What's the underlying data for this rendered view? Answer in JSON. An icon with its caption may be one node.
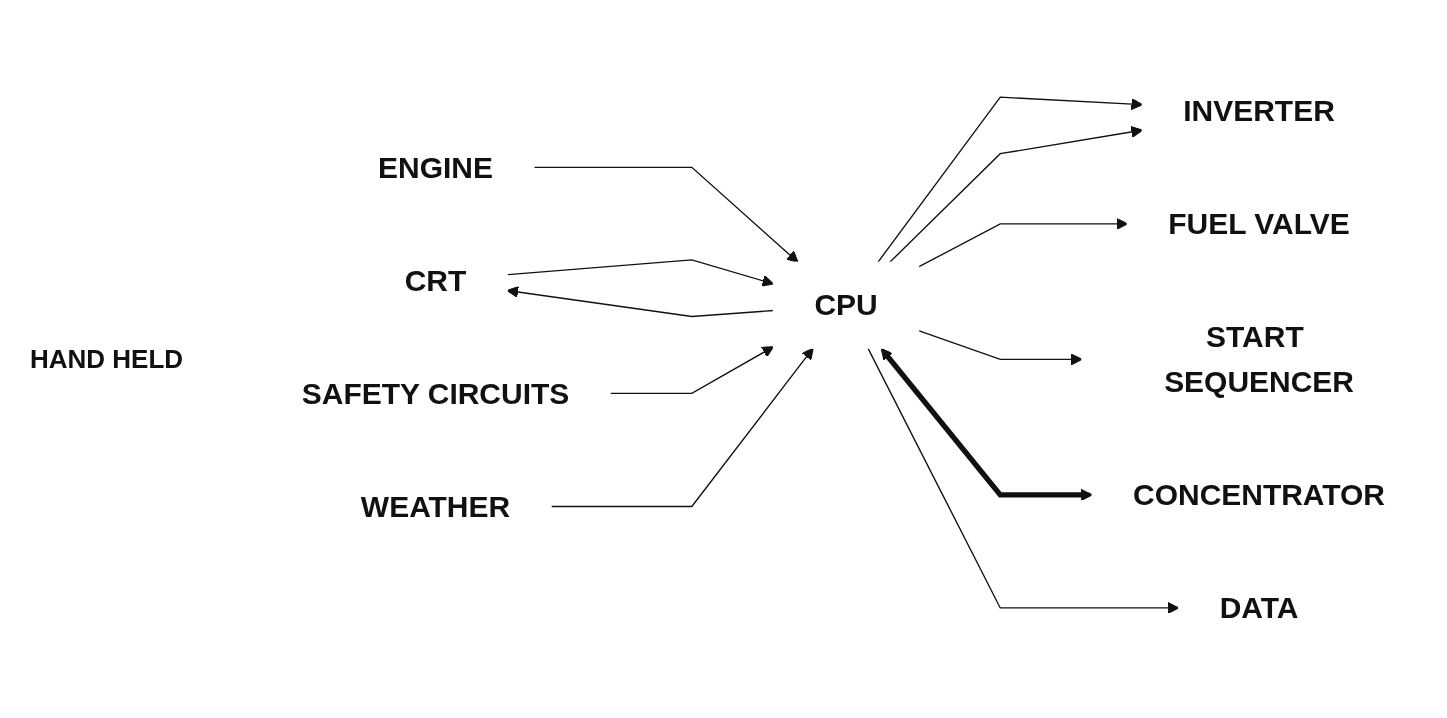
{
  "diagram": {
    "nodes": [
      {
        "text": [
          "CRT"
        ]
      },
      {
        "text": [
          "CPU"
        ]
      },
      {
        "text": [
          "INVERTER"
        ]
      },
      {
        "text": [
          "FUEL VALVE"
        ]
      },
      {
        "text": [
          "START SEQUENCER"
        ]
      },
      {
        "text": [
          "CONCENTRATOR"
        ]
      },
      {
        "text": [
          "ENGINE"
        ]
      },
      {
        "text": [
          "SAFETY CIRCUITS"
        ]
      },
      {
        "text": [
          "WEATHER"
        ]
      },
      {
        "text": [
          "DATA"
        ]
      }
    ],
    "edges": [
      {
        "from": 0,
        "to": 1,
        "arrow": "to"
      },
      {
        "from": 1,
        "to": 0,
        "arrow": "to"
      },
      {
        "from": 1,
        "to": 2,
        "arrow": "to"
      },
      {
        "from": 1,
        "to": 2,
        "arrow": "to"
      },
      {
        "from": 1,
        "to": 3,
        "arrow": "to"
      },
      {
        "from": 1,
        "to": 4,
        "arrow": "to"
      },
      {
        "from": 1,
        "to": 5,
        "arrow": "both",
        "style": "thick"
      },
      {
        "from": 6,
        "to": 1,
        "arrow": "to"
      },
      {
        "from": 7,
        "to": 1,
        "arrow": "to"
      },
      {
        "from": 8,
        "to": 1,
        "arrow": "to"
      },
      {
        "from": 1,
        "to": 9,
        "arrow": "to"
      }
    ],
    "labels": [
      "HAND HELD"
    ]
  }
}
